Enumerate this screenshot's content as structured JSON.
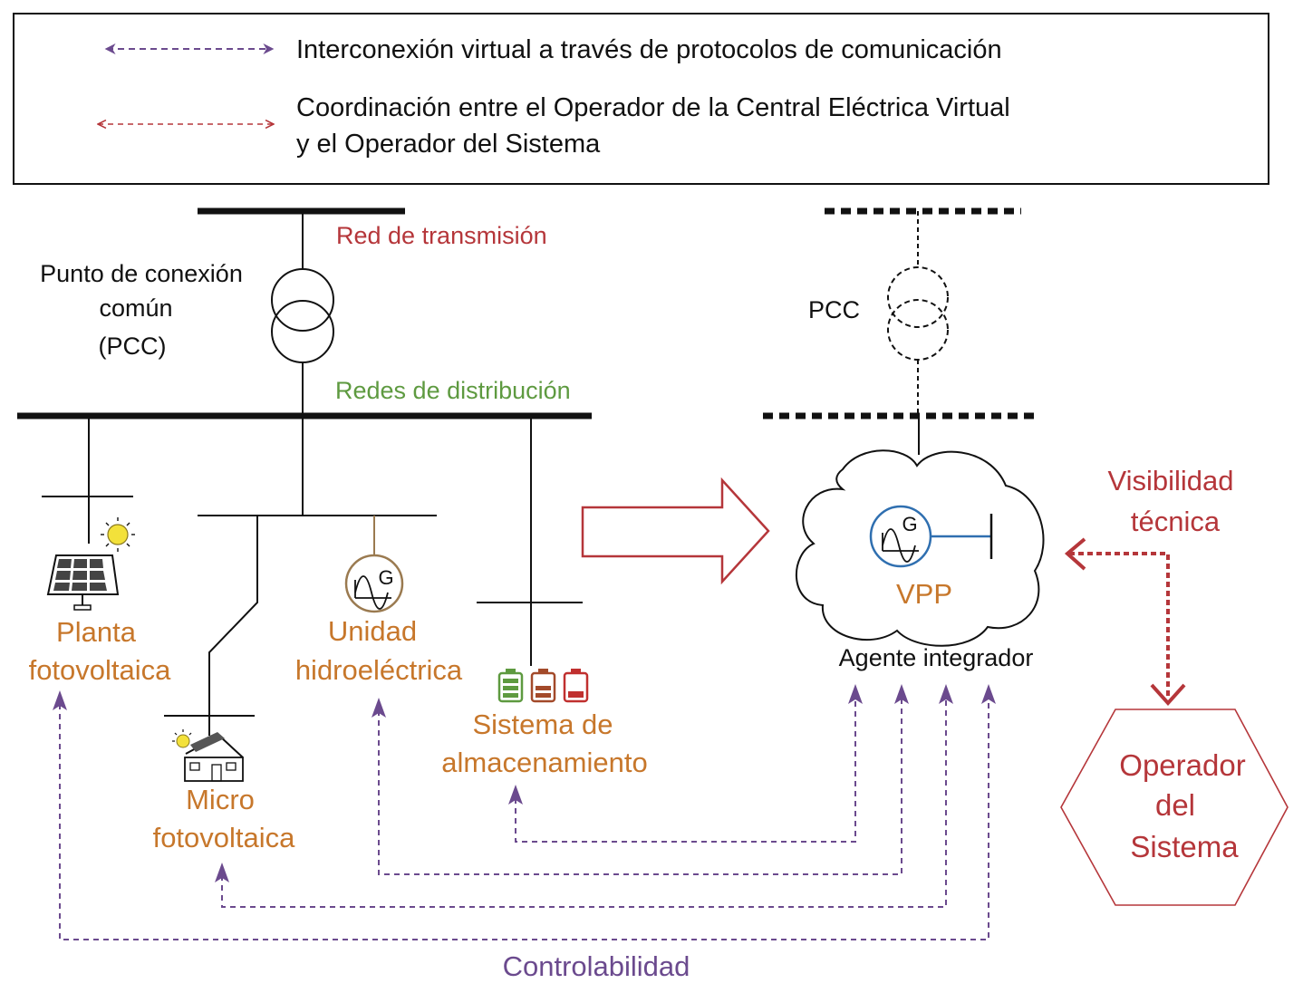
{
  "legend": {
    "virtual_link": "Interconexión virtual a través de protocolos de comunicación",
    "coordination_line1": "Coordinación entre el Operador de la Central Eléctrica Virtual",
    "coordination_line2": "y el Operador del Sistema"
  },
  "grid": {
    "transmission": "Red de transmisión",
    "distribution": "Redes de distribución",
    "pcc_line1": "Punto de conexión",
    "pcc_line2": "común",
    "pcc_line3": "(PCC)",
    "pcc_short": "PCC"
  },
  "resources": {
    "pv_plant_line1": "Planta",
    "pv_plant_line2": "fotovoltaica",
    "micro_pv_line1": "Micro",
    "micro_pv_line2": "fotovoltaica",
    "hydro_line1": "Unidad",
    "hydro_line2": "hidroeléctrica",
    "storage_line1": "Sistema de",
    "storage_line2": "almacenamiento",
    "generator_symbol": "G"
  },
  "vpp": {
    "label": "VPP",
    "agent": "Agente integrador",
    "generator_symbol": "G"
  },
  "operator": {
    "visibility_line1": "Visibilidad",
    "visibility_line2": "técnica",
    "operator_line1": "Operador",
    "operator_line2": "del",
    "operator_line3": "Sistema"
  },
  "controllability": "Controlabilidad",
  "colors": {
    "purple": "#6b4a8e",
    "red": "#b5363a",
    "orange": "#c7772b",
    "green": "#5e9a40",
    "blue": "#2f6fb0",
    "tan": "#9a7a50",
    "black": "#111111"
  }
}
